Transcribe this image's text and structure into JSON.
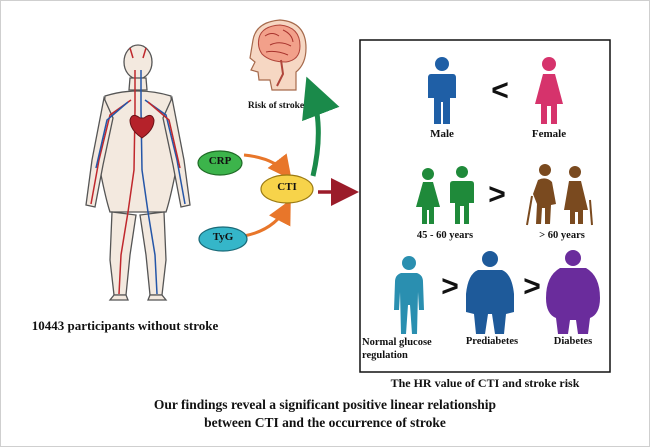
{
  "participants_label": "10443 participants without stroke",
  "risk_label": "Risk of stroke",
  "factors": {
    "crp": "CRP",
    "cti": "CTI",
    "tyg": "TyG"
  },
  "panel": {
    "caption": "The HR value of CTI and stroke risk",
    "sex": {
      "left": "Male",
      "symbol": "<",
      "right": "Female"
    },
    "age": {
      "left": "45 - 60 years",
      "symbol": ">",
      "right": "> 60 years"
    },
    "glucose": {
      "first_line1": "Normal glucose",
      "first_line2": "regulation",
      "symbol1": ">",
      "second": "Prediabetes",
      "symbol2": ">",
      "third": "Diabetes"
    }
  },
  "conclusion": {
    "line1": "Our findings reveal a significant positive linear relationship",
    "line2": "between CTI and the occurrence of stroke"
  },
  "colors": {
    "male_blue": "#1f5fa6",
    "female_pink": "#d6336c",
    "young_green": "#1f8a3a",
    "old_brown": "#7a4a1f",
    "normal_teal": "#2a8fb0",
    "prediabetes_blue": "#1e5a9a",
    "diabetes_purple": "#6a2c9c",
    "arrow_orange": "#e8762a",
    "arrow_green": "#1a8a4a",
    "arrow_red": "#9b1c2a",
    "crp_green": "#3cb44b",
    "cti_yellow": "#f7d34a",
    "tyg_teal": "#35b6c9"
  }
}
